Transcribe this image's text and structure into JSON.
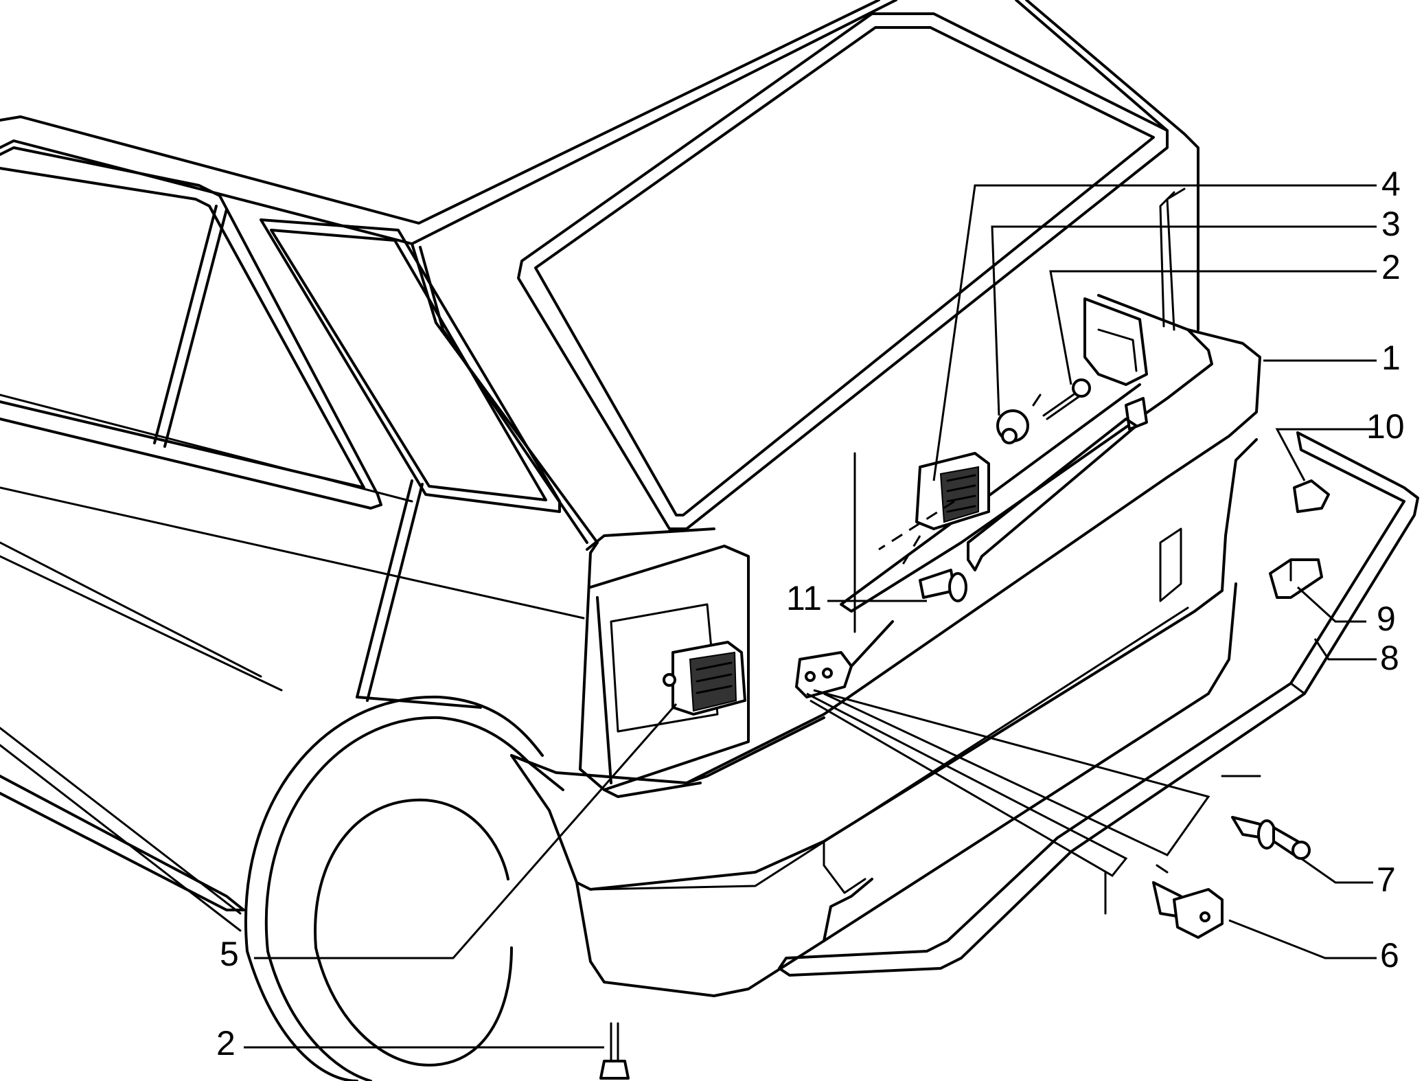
{
  "callouts": {
    "c1": "1",
    "c2_upper": "2",
    "c2_lower": "2",
    "c3": "3",
    "c4": "4",
    "c5": "5",
    "c6": "6",
    "c7": "7",
    "c8": "8",
    "c9": "9",
    "c10": "10",
    "c11": "11"
  }
}
